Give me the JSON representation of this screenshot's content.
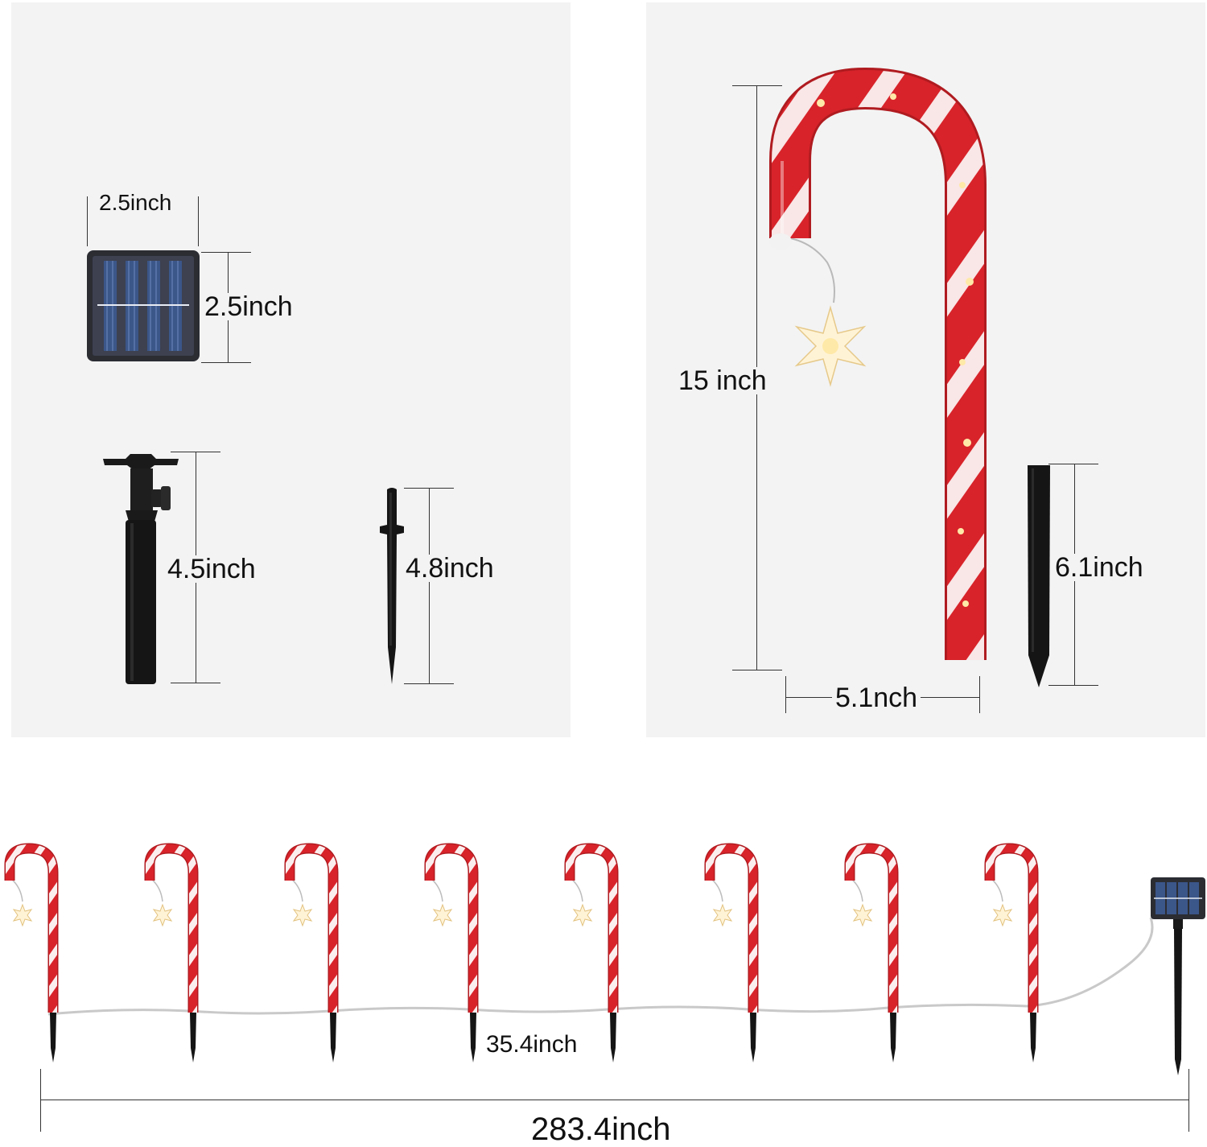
{
  "dimensions": {
    "solar_panel_width": "2.5inch",
    "solar_panel_height": "2.5inch",
    "panel_stake_height": "4.5inch",
    "small_stake_height": "4.8inch",
    "candy_cane_height": "15 inch",
    "candy_cane_width": "5.1nch",
    "cane_stake_height": "6.1inch",
    "cane_spacing": "35.4inch",
    "total_length": "283.4inch"
  },
  "colors": {
    "background": "#ffffff",
    "panel_background": "#f3f3f3",
    "cane_red": "#d8232a",
    "cane_white": "#fbeeee",
    "solar_cell_blue": "#3a4f7a",
    "stake_black": "#151515",
    "dimension_line": "#333333"
  },
  "icons": [
    "solar-panel-icon",
    "stake-mount-icon",
    "ground-stake-icon",
    "candy-cane-icon",
    "snowflake-icon"
  ],
  "candy_cane_count": 8
}
